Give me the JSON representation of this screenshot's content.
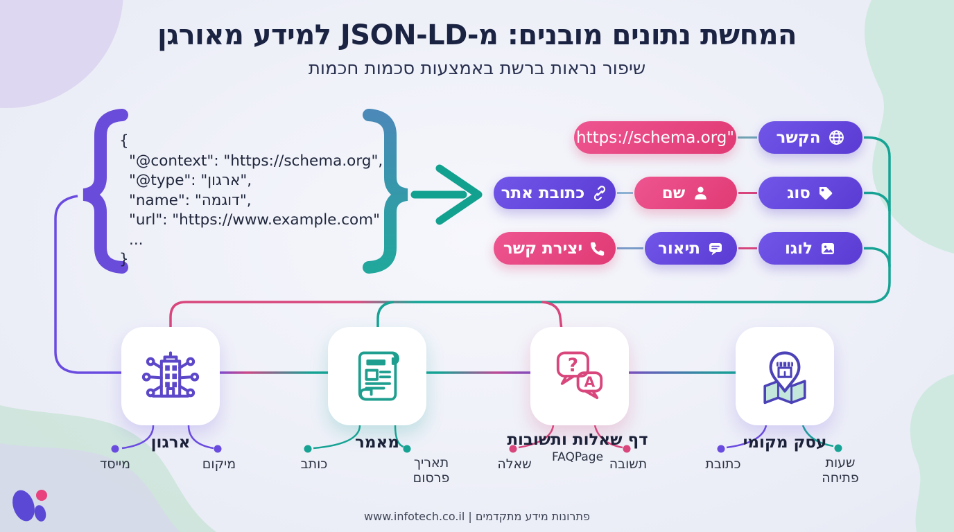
{
  "header": {
    "title": "המחשת נתונים מובנים: מ-JSON-LD למידע מאורגן",
    "subtitle": "שיפור נראות ברשת באמצעות סכמות חכמות"
  },
  "code_block": {
    "lines": [
      "{",
      "\"@context\": \"https://schema.org\",",
      "\"@type\": \"ארגון\",",
      "\"name\": \"דוגמה\",",
      "\"url\": \"https://www.example.com\"",
      "...",
      "}"
    ],
    "brace_left_icon": "curly-brace-left",
    "brace_right_icon": "curly-brace-right",
    "arrow_icon": "arrow-right"
  },
  "pills": {
    "schema_url": {
      "label": "https://schema.org\""
    },
    "context": {
      "label": "הקשר",
      "icon": "globe-icon"
    },
    "site_url": {
      "label": "כתובת אתר",
      "icon": "link-icon"
    },
    "name": {
      "label": "שם",
      "icon": "person-icon"
    },
    "type": {
      "label": "סוג",
      "icon": "tag-icon"
    },
    "contact": {
      "label": "יצירת קשר",
      "icon": "phone-icon"
    },
    "description": {
      "label": "תיאור",
      "icon": "chat-icon"
    },
    "logo": {
      "label": "לוגו",
      "icon": "image-icon"
    }
  },
  "cards": [
    {
      "label": "ארגון",
      "icon": "organization-building-icon",
      "properties": [
        "מייסד",
        "מיקום"
      ]
    },
    {
      "label": "מאמר",
      "icon": "article-scroll-icon",
      "properties": [
        "כותב",
        "תאריך פרסום"
      ]
    },
    {
      "label": "דף שאלות ותשובות",
      "type_name": "FAQPage",
      "icon": "faq-chat-bubbles-icon",
      "icon_glyphs": {
        "question": "?",
        "answer": "A"
      },
      "properties": [
        "שאלה",
        "תשובה"
      ]
    },
    {
      "label": "עסק מקומי",
      "icon": "local-business-map-pin-icon",
      "properties": [
        "כתובת",
        "שעות פתיחה"
      ]
    }
  ],
  "footer": {
    "text": "www.infotech.co.il | פתרונות מידע מתקדמים"
  },
  "colors": {
    "purple": "#6a4be0",
    "pink": "#e03a74",
    "teal": "#16a394",
    "navy": "#1b2342",
    "mint_blob": "#cfe9e1",
    "lavender_blob": "#ddd7f1"
  }
}
